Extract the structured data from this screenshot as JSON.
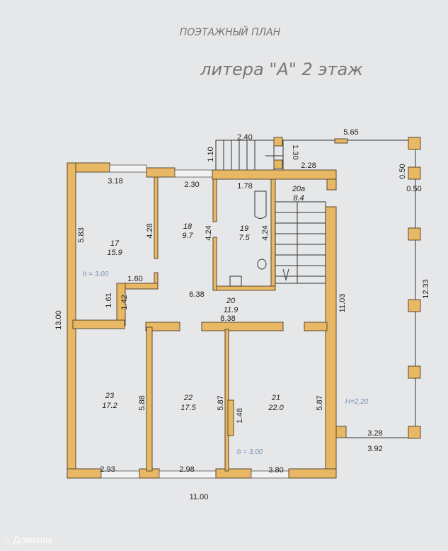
{
  "header": {
    "title": "ПОЭТАЖНЫЙ ПЛАН",
    "subtitle": "литера \"А\" 2 этаж"
  },
  "rooms": [
    {
      "num": "17",
      "area": "15.9"
    },
    {
      "num": "18",
      "area": "9.7"
    },
    {
      "num": "19",
      "area": "7.5"
    },
    {
      "num": "20a",
      "area": "8.4"
    },
    {
      "num": "20",
      "area": "11.9"
    },
    {
      "num": "23",
      "area": "17.2"
    },
    {
      "num": "22",
      "area": "17.5"
    },
    {
      "num": "21",
      "area": "22.0"
    }
  ],
  "dims": {
    "d240": "2.40",
    "d110": "1.10",
    "d130": "1.30",
    "d565": "5.65",
    "d228": "2.28",
    "d050a": "0.50",
    "d050b": "0.50",
    "d318": "3.18",
    "d230": "2.30",
    "d178": "1.78",
    "d583": "5.83",
    "d428": "4.28",
    "d424a": "4.24",
    "d424b": "4.24",
    "d160": "1.60",
    "d638": "6.38",
    "d161": "1.61",
    "d142": "1.42",
    "d838": "8.38",
    "d1300": "13.00",
    "d1103": "11.03",
    "d1233": "12.33",
    "d588": "5.88",
    "d587a": "5.87",
    "d148": "1.48",
    "d587b": "5.87",
    "d293": "2.93",
    "d298": "2.98",
    "d380": "3.80",
    "d1100": "11.00",
    "d328": "3.28",
    "d392": "3.92"
  },
  "heights": {
    "h1": "h = 3.00",
    "h2": "h = 3.00",
    "h3": "H=2,20"
  },
  "watermark": {
    "label": "Домклик"
  }
}
